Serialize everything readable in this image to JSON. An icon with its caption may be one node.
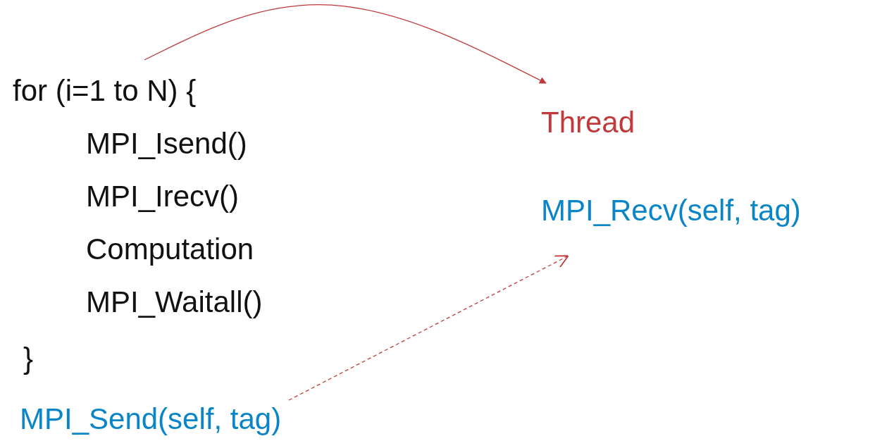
{
  "diagram": {
    "nodes": [
      {
        "text": [
          "for (i=1 to N) {",
          "MPI_Isend()",
          "MPI_Irecv()",
          "Computation",
          "MPI_Waitall()",
          "}"
        ]
      },
      {
        "text": [
          "Thread"
        ]
      },
      {
        "text": [
          "MPI_Recv(self, tag)"
        ]
      },
      {
        "text": [
          "MPI_Send(self, tag)"
        ]
      }
    ],
    "edges": [
      {
        "from": 0,
        "to": 1,
        "arrow": "to"
      },
      {
        "from": 3,
        "to": 2,
        "arrow": "to",
        "style": "dashed"
      }
    ]
  }
}
